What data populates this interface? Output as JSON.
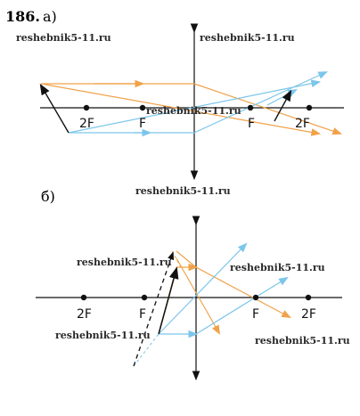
{
  "problem": {
    "number": "186.",
    "part_a": "а)",
    "part_b": "б)"
  },
  "watermark": "reshebnik5-11.ru",
  "diagram_a": {
    "labels": {
      "left_2f": "2F",
      "left_f": "F",
      "right_f": "F",
      "right_2f": "2F"
    }
  },
  "diagram_b": {
    "labels": {
      "left_2f": "2F",
      "left_f": "F",
      "right_f": "F",
      "right_2f": "2F"
    }
  },
  "colors": {
    "orange_ray": "#f0a24a",
    "blue_ray": "#7cc6ea",
    "axis": "#111111"
  }
}
